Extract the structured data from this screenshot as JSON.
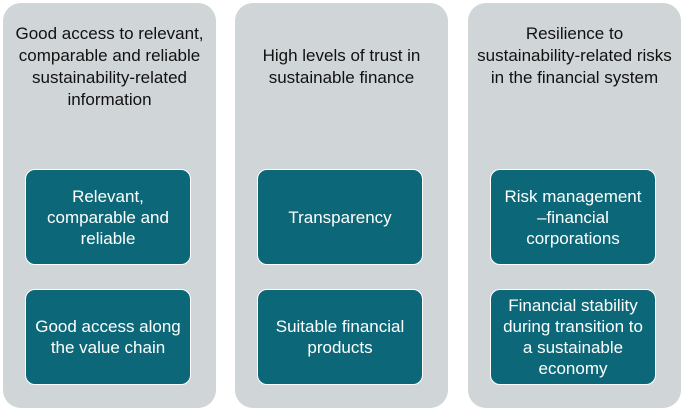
{
  "colors": {
    "panel": "#d0d5d8",
    "box": "#0c6878",
    "box_text": "#ffffff"
  },
  "columns": [
    {
      "title": "Good access to relevant, comparable and reliable sustainability-related information",
      "boxes": [
        "Relevant, comparable and reliable",
        "Good access along the value chain"
      ]
    },
    {
      "title": "High levels of trust in sustainable finance",
      "boxes": [
        "Transparency",
        "Suitable financial products"
      ]
    },
    {
      "title": "Resilience to sustainability-related risks in the financial system",
      "boxes": [
        "Risk management –financial corporations",
        "Financial stability during transition to a sustainable economy"
      ]
    }
  ]
}
